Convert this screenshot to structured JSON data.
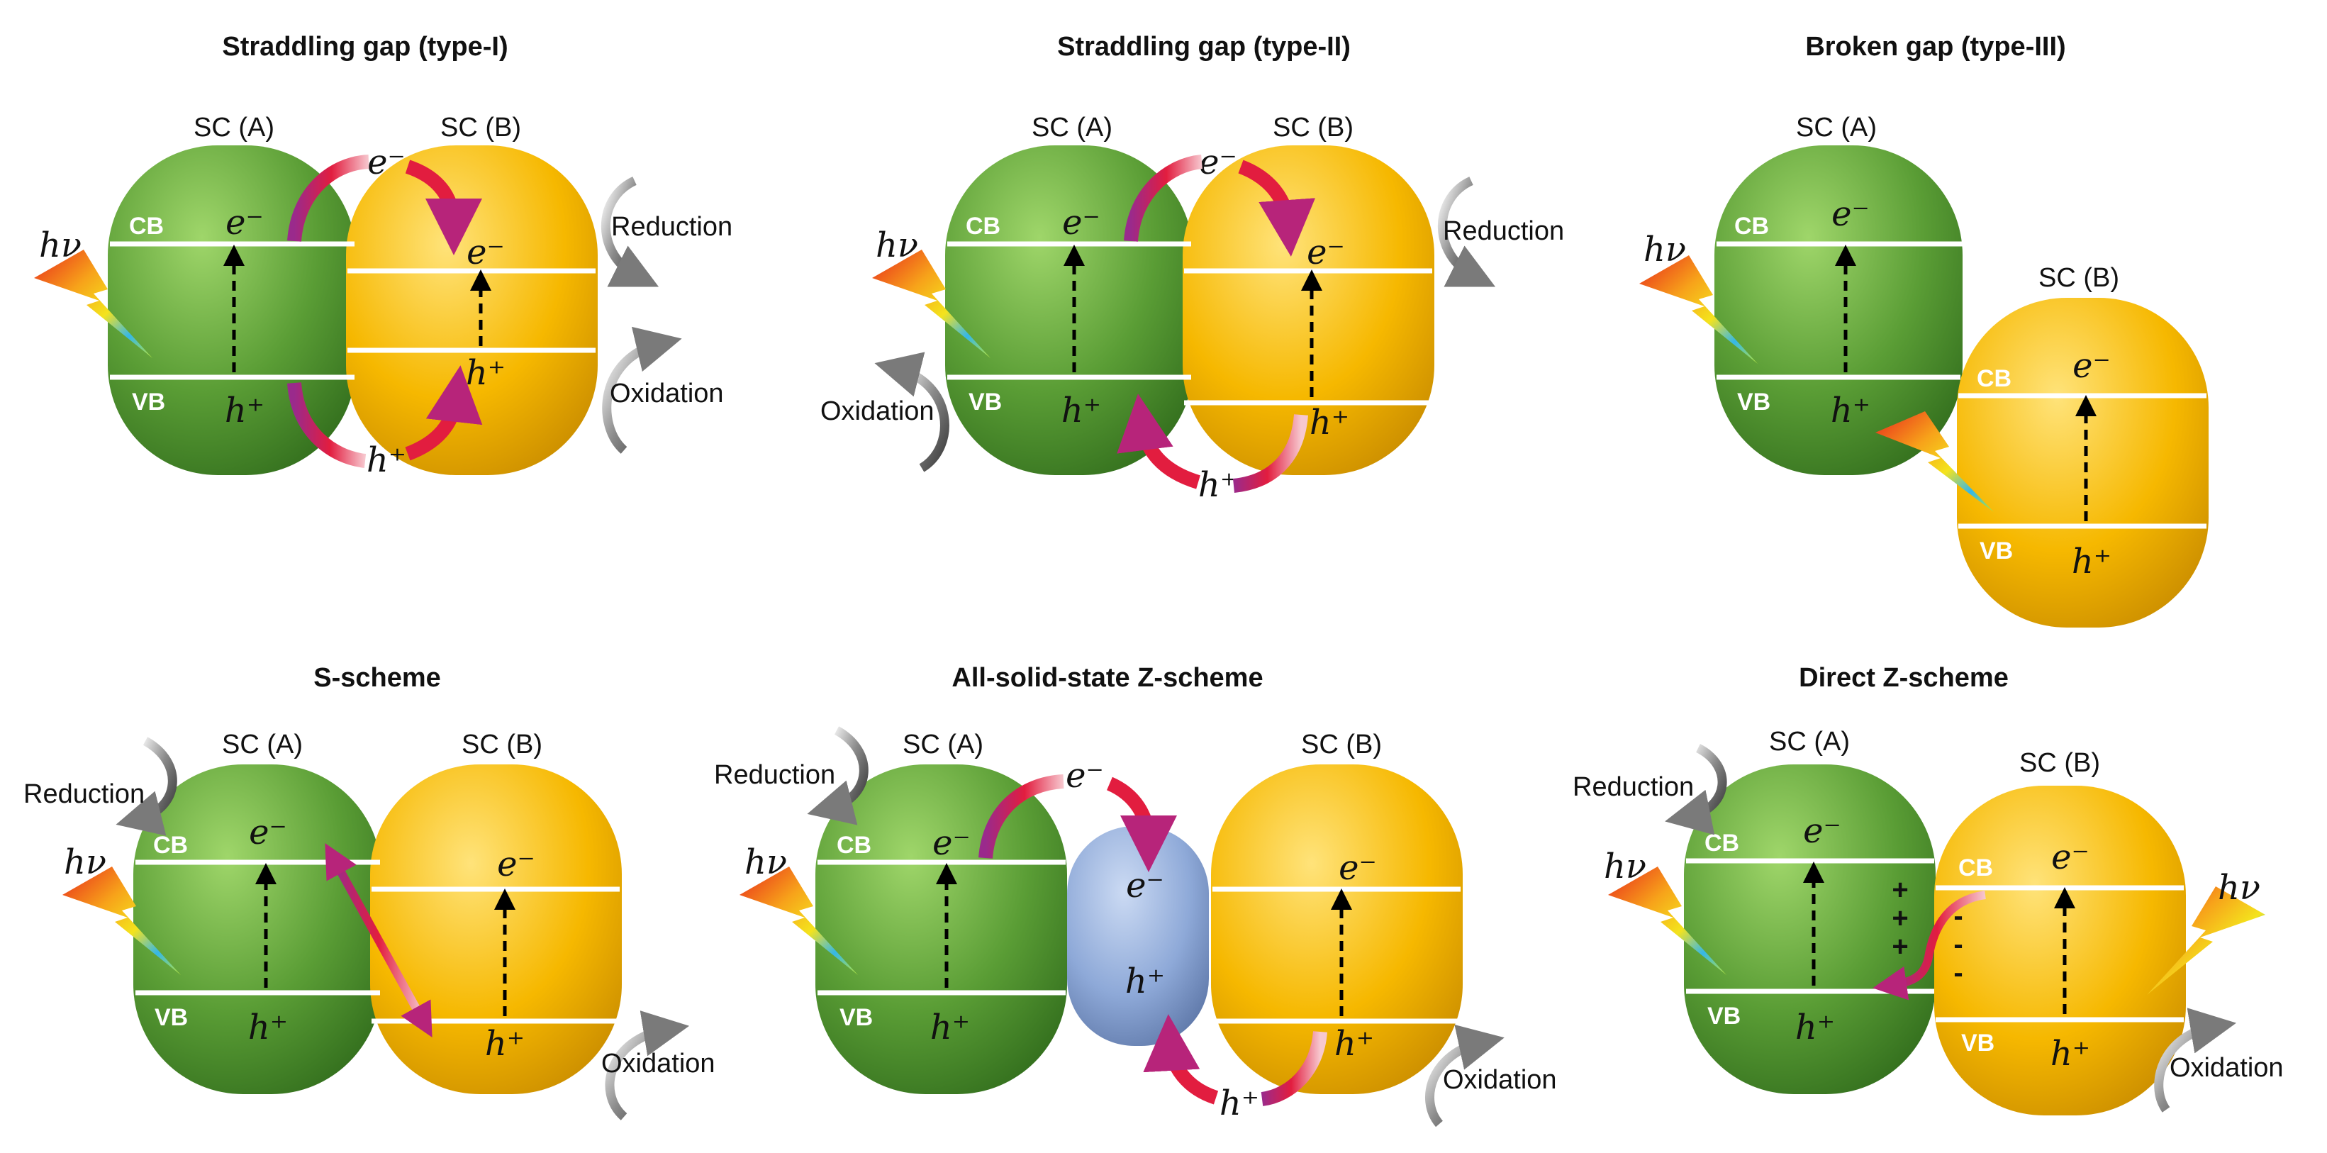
{
  "symbols": {
    "electron": "e⁻",
    "hole": "h⁺",
    "photon": "hν",
    "cb": "CB",
    "vb": "VB",
    "plus": "+",
    "minus": "-"
  },
  "colors": {
    "green": "#5a9d35",
    "yellow": "#f6b800",
    "blue": "#8ea9d8",
    "arrow_red": "#e21d3f",
    "arrow_purple": "#9a2a8c"
  },
  "panels": [
    {
      "title": "Straddling gap (type-I)",
      "sc_a": "SC (A)",
      "sc_b": "SC (B)",
      "reduction": "Reduction",
      "oxidation": "Oxidation"
    },
    {
      "title": "Straddling gap (type-II)",
      "sc_a": "SC (A)",
      "sc_b": "SC (B)",
      "reduction": "Reduction",
      "oxidation": "Oxidation"
    },
    {
      "title": "Broken gap (type-III)",
      "sc_a": "SC (A)",
      "sc_b": "SC (B)"
    },
    {
      "title": "S-scheme",
      "sc_a": "SC (A)",
      "sc_b": "SC (B)",
      "reduction": "Reduction",
      "oxidation": "Oxidation"
    },
    {
      "title": "All-solid-state Z-scheme",
      "sc_a": "SC (A)",
      "sc_b": "SC (B)",
      "reduction": "Reduction",
      "oxidation": "Oxidation"
    },
    {
      "title": "Direct Z-scheme",
      "sc_a": "SC (A)",
      "sc_b": "SC (B)",
      "reduction": "Reduction",
      "oxidation": "Oxidation"
    }
  ]
}
